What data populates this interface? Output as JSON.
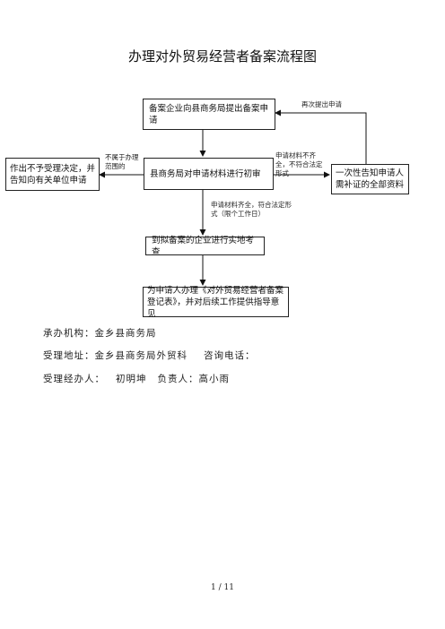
{
  "title": "办理对外贸易经营者备案流程图",
  "boxes": {
    "apply": "备案企业向县商务局提出备案申请",
    "review": "县商务局对申请材料进行初审",
    "reject": "作出不予受理决定，并告知向有关单位申请",
    "supplement": "一次性告知申请人需补证的全部资料",
    "inspect": "到拟备案的企业进行实地考查",
    "register": "为申请人办理《对外贸易经营者备案登记表》，并对后续工作提供指导意见"
  },
  "notes": {
    "reapply": "再次提出申请",
    "out_of_scope": "不属于办理范围的",
    "incomplete": "申请材料不齐全，不符合法定形式",
    "complete": "申请材料齐全，符合法定形式（限个工作日）"
  },
  "info": {
    "org_label": "承办机构：",
    "org_value": "金乡县商务局",
    "addr_label": "受理地址：",
    "addr_value": "金乡县商务局外贸科",
    "phone_label": "咨询电话：",
    "handler_label": "受理经办人：",
    "handler_value": "初明坤",
    "lead_label": "负责人：",
    "lead_value": "高小雨"
  },
  "page_number": "1 / 11"
}
